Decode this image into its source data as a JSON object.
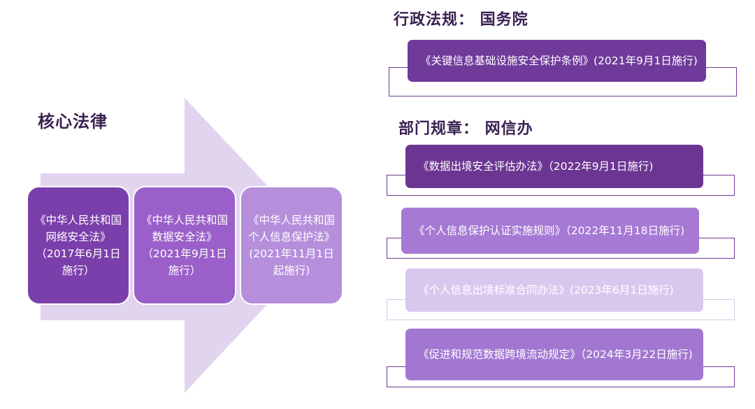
{
  "headings": {
    "core_law": "核心法律",
    "admin": "行政法规： 国务院",
    "dept": "部门规章： 网信办"
  },
  "laws": [
    {
      "text": "《中华人民共和国网络安全法》（2017年6月1日施行）",
      "color": "#7b3fab"
    },
    {
      "text": "《中华人民共和国数据安全法》（2021年9月1日施行）",
      "color": "#9a5fc8"
    },
    {
      "text": "《中华人民共和国个人信息保护法》(2021年11月1日起施行)",
      "color": "#b68fdc"
    }
  ],
  "regulations": [
    {
      "text": "《关键信息基础设施安全保护条例》(2021年9月1日施行)",
      "color": "#6f3a9a"
    },
    {
      "text": "《数据出境安全评估办法》（2022年9月1日施行)",
      "color": "#6c3592"
    },
    {
      "text": "《个人信息保护认证实施规则》（2022年11月18日施行)",
      "color": "#a679d4"
    },
    {
      "text": "《个人信息出境标准合同办法》(2023年6月1日施行)",
      "color": "#d9c8ee"
    },
    {
      "text": "《促进和规范数据跨境流动规定》（2024年3月22日施行)",
      "color": "#a277d1"
    }
  ],
  "colors": {
    "arrow": "#e0d4ef",
    "bracket": "#6a3a92",
    "heading": "#3a2150"
  },
  "icons": {
    "arrow": "big-right-arrow-shape"
  }
}
